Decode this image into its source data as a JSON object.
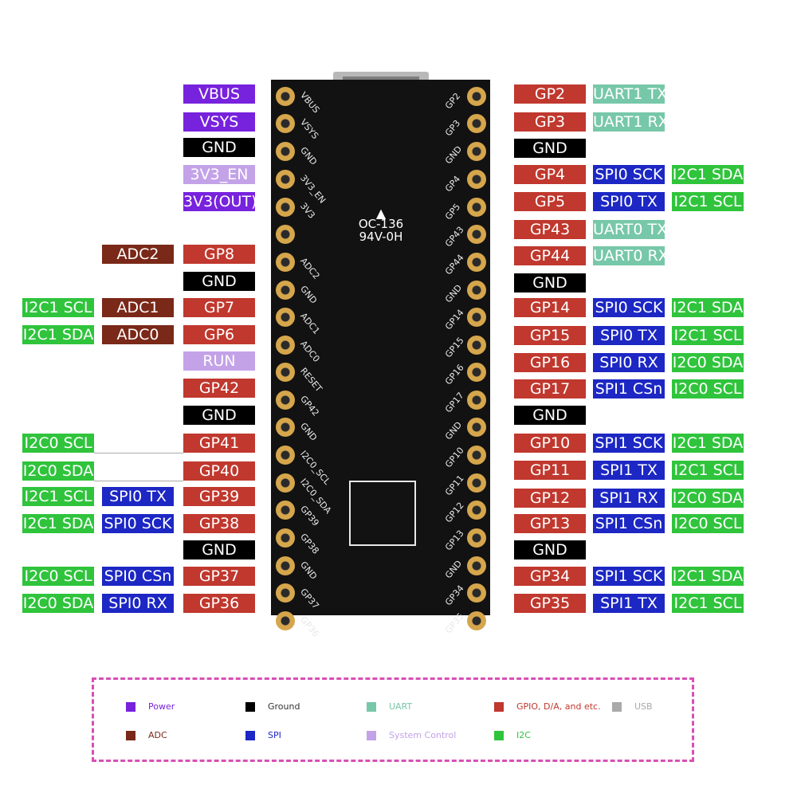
{
  "colors": {
    "power": "#7722dd",
    "ground": "#000000",
    "uart": "#77c8a8",
    "gpio": "#c0382e",
    "usb": "#aaaaaa",
    "adc": "#7a2818",
    "spi": "#1c27c4",
    "system": "#c3a2e8",
    "i2c": "#2fc43c",
    "legend_border": "#d84fb4"
  },
  "board": {
    "marking_line1": "OC-136",
    "marking_line2": "94V-0H",
    "left_silk": [
      "VBUS",
      "VSYS",
      "GND",
      "3V3_EN",
      "3V3",
      "",
      "ADC2",
      "GND",
      "ADC1",
      "ADC0",
      "RESET",
      "GP42",
      "GND",
      "I2C0_SCL",
      "I2C0_SDA",
      "GP39",
      "GP38",
      "GND",
      "GP37",
      "GP36"
    ],
    "right_silk": [
      "GP2",
      "GP3",
      "GND",
      "GP4",
      "GP5",
      "GP43",
      "GP44",
      "GND",
      "GP14",
      "GP15",
      "GP16",
      "GP17",
      "GND",
      "GP10",
      "GP11",
      "GP12",
      "GP13",
      "GND",
      "GP34",
      "GP35"
    ]
  },
  "left_pins": [
    {
      "pin": {
        "text": "VBUS",
        "type": "power"
      }
    },
    {
      "pin": {
        "text": "VSYS",
        "type": "power"
      }
    },
    {
      "pin": {
        "text": "GND",
        "type": "ground"
      }
    },
    {
      "pin": {
        "text": "3V3_EN",
        "type": "system"
      }
    },
    {
      "pin": {
        "text": "3V3(OUT)",
        "type": "power"
      }
    },
    {
      "pin": {
        "text": "GP8",
        "type": "gpio"
      },
      "f1": {
        "text": "ADC2",
        "type": "adc"
      }
    },
    {
      "pin": {
        "text": "GND",
        "type": "ground"
      }
    },
    {
      "pin": {
        "text": "GP7",
        "type": "gpio"
      },
      "f1": {
        "text": "ADC1",
        "type": "adc"
      },
      "f2": {
        "text": "I2C1 SCL",
        "type": "i2c"
      }
    },
    {
      "pin": {
        "text": "GP6",
        "type": "gpio"
      },
      "f1": {
        "text": "ADC0",
        "type": "adc"
      },
      "f2": {
        "text": "I2C1 SDA",
        "type": "i2c"
      }
    },
    {
      "pin": {
        "text": "RUN",
        "type": "system"
      }
    },
    {
      "pin": {
        "text": "GP42",
        "type": "gpio"
      }
    },
    {
      "pin": {
        "text": "GND",
        "type": "ground"
      }
    },
    {
      "pin": {
        "text": "GP41",
        "type": "gpio"
      },
      "f2": {
        "text": "I2C0 SCL",
        "type": "i2c"
      }
    },
    {
      "pin": {
        "text": "GP40",
        "type": "gpio"
      },
      "f2": {
        "text": "I2C0 SDA",
        "type": "i2c"
      }
    },
    {
      "pin": {
        "text": "GP39",
        "type": "gpio"
      },
      "f1": {
        "text": "SPI0 TX",
        "type": "spi"
      },
      "f2": {
        "text": "I2C1 SCL",
        "type": "i2c"
      }
    },
    {
      "pin": {
        "text": "GP38",
        "type": "gpio"
      },
      "f1": {
        "text": "SPI0 SCK",
        "type": "spi"
      },
      "f2": {
        "text": "I2C1 SDA",
        "type": "i2c"
      }
    },
    {
      "pin": {
        "text": "GND",
        "type": "ground"
      }
    },
    {
      "pin": {
        "text": "GP37",
        "type": "gpio"
      },
      "f1": {
        "text": "SPI0 CSn",
        "type": "spi"
      },
      "f2": {
        "text": "I2C0 SCL",
        "type": "i2c"
      }
    },
    {
      "pin": {
        "text": "GP36",
        "type": "gpio"
      },
      "f1": {
        "text": "SPI0 RX",
        "type": "spi"
      },
      "f2": {
        "text": "I2C0 SDA",
        "type": "i2c"
      }
    }
  ],
  "right_pins": [
    {
      "pin": {
        "text": "GP2",
        "type": "gpio"
      },
      "f1": {
        "text": "UART1 TX",
        "type": "uart"
      }
    },
    {
      "pin": {
        "text": "GP3",
        "type": "gpio"
      },
      "f1": {
        "text": "UART1 RX",
        "type": "uart"
      }
    },
    {
      "pin": {
        "text": "GND",
        "type": "ground"
      }
    },
    {
      "pin": {
        "text": "GP4",
        "type": "gpio"
      },
      "f1": {
        "text": "SPI0 SCK",
        "type": "spi"
      },
      "f2": {
        "text": "I2C1 SDA",
        "type": "i2c"
      }
    },
    {
      "pin": {
        "text": "GP5",
        "type": "gpio"
      },
      "f1": {
        "text": "SPI0 TX",
        "type": "spi"
      },
      "f2": {
        "text": "I2C1 SCL",
        "type": "i2c"
      }
    },
    {
      "pin": {
        "text": "GP43",
        "type": "gpio"
      },
      "f1": {
        "text": "UART0 TX",
        "type": "uart"
      }
    },
    {
      "pin": {
        "text": "GP44",
        "type": "gpio"
      },
      "f1": {
        "text": "UART0 RX",
        "type": "uart"
      }
    },
    {
      "pin": {
        "text": "GND",
        "type": "ground"
      }
    },
    {
      "pin": {
        "text": "GP14",
        "type": "gpio"
      },
      "f1": {
        "text": "SPI0 SCK",
        "type": "spi"
      },
      "f2": {
        "text": "I2C1 SDA",
        "type": "i2c"
      }
    },
    {
      "pin": {
        "text": "GP15",
        "type": "gpio"
      },
      "f1": {
        "text": "SPI0 TX",
        "type": "spi"
      },
      "f2": {
        "text": "I2C1 SCL",
        "type": "i2c"
      }
    },
    {
      "pin": {
        "text": "GP16",
        "type": "gpio"
      },
      "f1": {
        "text": "SPI0 RX",
        "type": "spi"
      },
      "f2": {
        "text": "I2C0 SDA",
        "type": "i2c"
      }
    },
    {
      "pin": {
        "text": "GP17",
        "type": "gpio"
      },
      "f1": {
        "text": "SPI1 CSn",
        "type": "spi"
      },
      "f2": {
        "text": "I2C0 SCL",
        "type": "i2c"
      }
    },
    {
      "pin": {
        "text": "GND",
        "type": "ground"
      }
    },
    {
      "pin": {
        "text": "GP10",
        "type": "gpio"
      },
      "f1": {
        "text": "SPI1 SCK",
        "type": "spi"
      },
      "f2": {
        "text": "I2C1 SDA",
        "type": "i2c"
      }
    },
    {
      "pin": {
        "text": "GP11",
        "type": "gpio"
      },
      "f1": {
        "text": "SPI1 TX",
        "type": "spi"
      },
      "f2": {
        "text": "I2C1 SCL",
        "type": "i2c"
      }
    },
    {
      "pin": {
        "text": "GP12",
        "type": "gpio"
      },
      "f1": {
        "text": "SPI1 RX",
        "type": "spi"
      },
      "f2": {
        "text": "I2C0 SDA",
        "type": "i2c"
      }
    },
    {
      "pin": {
        "text": "GP13",
        "type": "gpio"
      },
      "f1": {
        "text": "SPI1 CSn",
        "type": "spi"
      },
      "f2": {
        "text": "I2C0 SCL",
        "type": "i2c"
      }
    },
    {
      "pin": {
        "text": "GND",
        "type": "ground"
      }
    },
    {
      "pin": {
        "text": "GP34",
        "type": "gpio"
      },
      "f1": {
        "text": "SPI1 SCK",
        "type": "spi"
      },
      "f2": {
        "text": "I2C1 SDA",
        "type": "i2c"
      }
    },
    {
      "pin": {
        "text": "GP35",
        "type": "gpio"
      },
      "f1": {
        "text": "SPI1 TX",
        "type": "spi"
      },
      "f2": {
        "text": "I2C1 SCL",
        "type": "i2c"
      }
    }
  ],
  "legend": {
    "items": [
      {
        "label": "Power",
        "type": "power"
      },
      {
        "label": "Ground",
        "type": "ground"
      },
      {
        "label": "UART",
        "type": "uart"
      },
      {
        "label": "GPIO, D/A, and etc.",
        "type": "gpio"
      },
      {
        "label": "USB",
        "type": "usb"
      },
      {
        "label": "ADC",
        "type": "adc"
      },
      {
        "label": "SPI",
        "type": "spi"
      },
      {
        "label": "System Control",
        "type": "system"
      },
      {
        "label": "I2C",
        "type": "i2c"
      }
    ]
  }
}
